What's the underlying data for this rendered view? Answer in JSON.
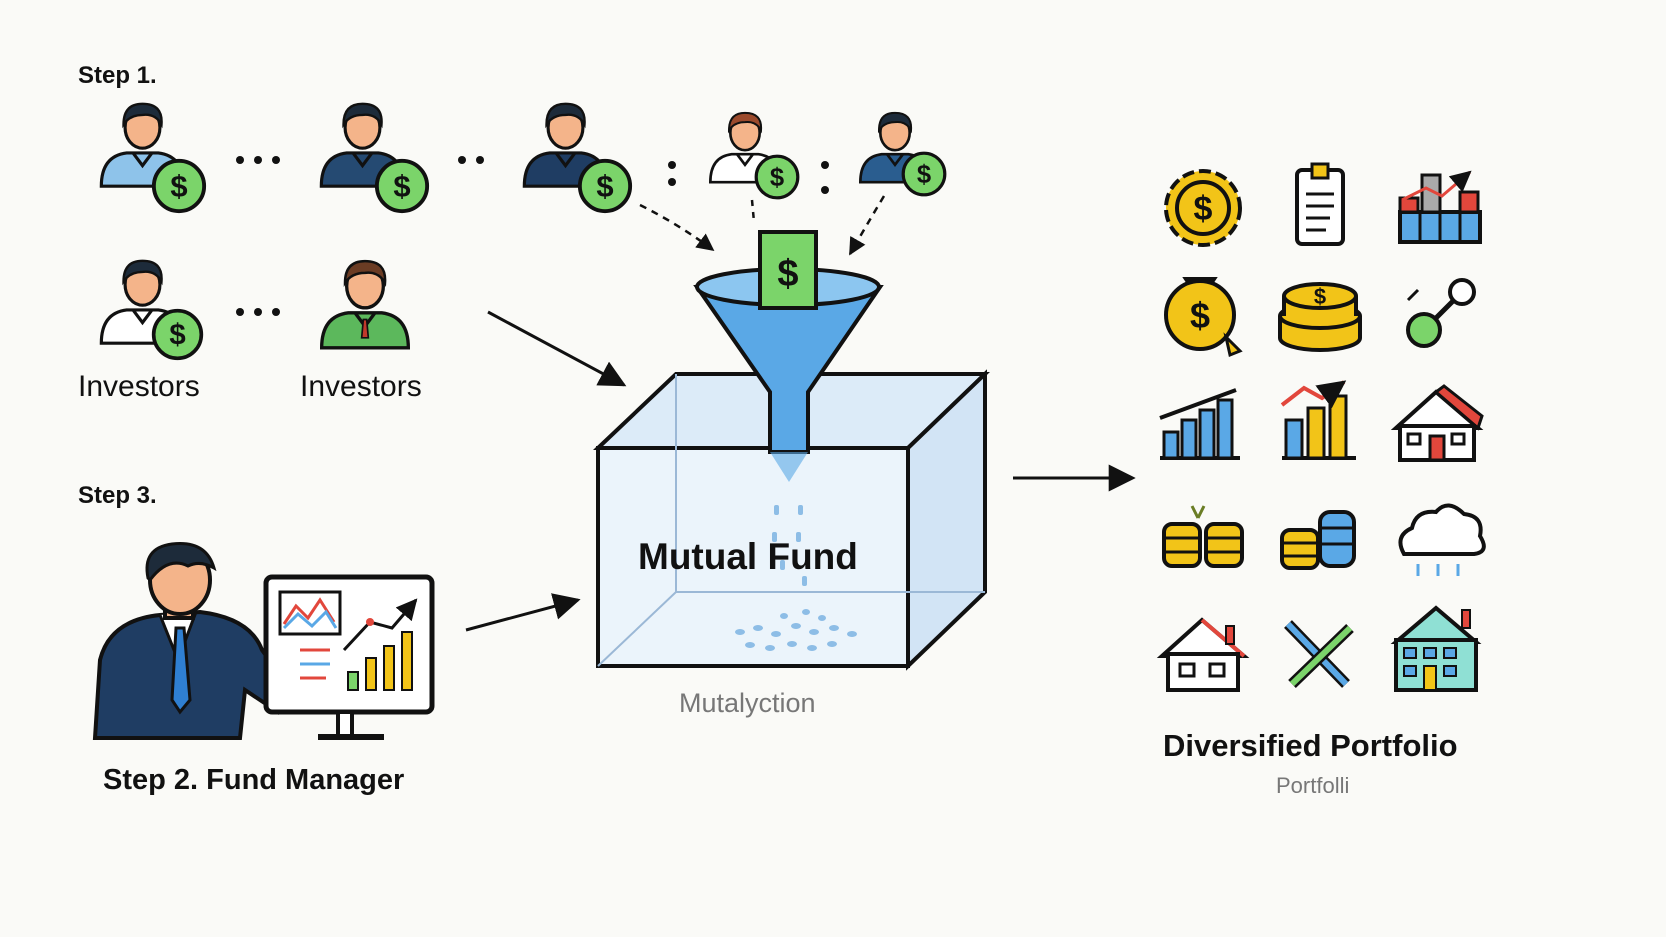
{
  "step1": "Step 1.",
  "step3": "Step 3.",
  "investors_label_1": "Investors",
  "investors_label_2": "Investors",
  "manager_label": "Step 2. Fund Manager",
  "fund_label": "Mutual Fund",
  "fund_sublabel": "Mutalyction",
  "portfolio_label": "Diversified Portfolio",
  "portfolio_sublabel": "Portfolli",
  "dollar_symbol": "$",
  "colors": {
    "coin_green": "#7bd46a",
    "funnel_blue": "#5aa8e6",
    "box_fill": "#e8f2fb",
    "gold": "#f2c418",
    "navy": "#1f3d63",
    "red": "#e2473c"
  },
  "investors": [
    {
      "icon": "investor-icon",
      "shirt": "#8ec3ea",
      "hair": "#1d2b3a"
    },
    {
      "icon": "investor-icon",
      "shirt": "#254a72",
      "hair": "#1d2b3a"
    },
    {
      "icon": "investor-icon",
      "shirt": "#1f3d63",
      "hair": "#1d2b3a"
    },
    {
      "icon": "investor-icon",
      "shirt": "#ffffff",
      "hair": "#9b4a2c"
    },
    {
      "icon": "investor-icon",
      "shirt": "#2a5d8f",
      "hair": "#1d2b3a"
    },
    {
      "icon": "investor-icon",
      "shirt": "#ffffff",
      "hair": "#1d2b3a"
    },
    {
      "icon": "investor-icon",
      "shirt": "#5cb85c",
      "hair": "#6b3c24"
    }
  ],
  "portfolio_icons": [
    "gear-coin-icon",
    "document-icon",
    "bar-chart-trend-icon",
    "money-bag-icon",
    "coin-stack-icon",
    "key-icon",
    "building-chart-icon",
    "growth-chart-icon",
    "house-icon",
    "gold-coins-icon",
    "coins-database-icon",
    "cloud-icon",
    "house-outline-icon",
    "tools-icon",
    "apartment-icon"
  ]
}
